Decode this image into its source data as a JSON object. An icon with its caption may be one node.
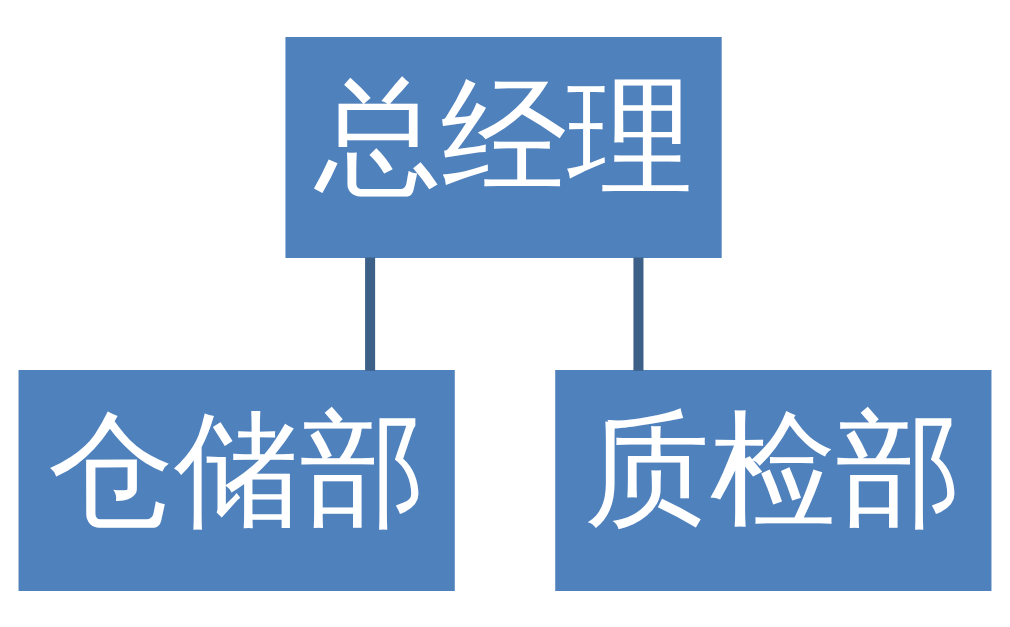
{
  "diagram": {
    "nodes": [
      {
        "text": [
          "总经理"
        ]
      },
      {
        "text": [
          "仓储部"
        ]
      },
      {
        "text": [
          "质检部"
        ]
      }
    ],
    "edges": [
      {
        "from": 0,
        "to": 1,
        "arrow": "none"
      },
      {
        "from": 0,
        "to": 2,
        "arrow": "none"
      }
    ]
  }
}
